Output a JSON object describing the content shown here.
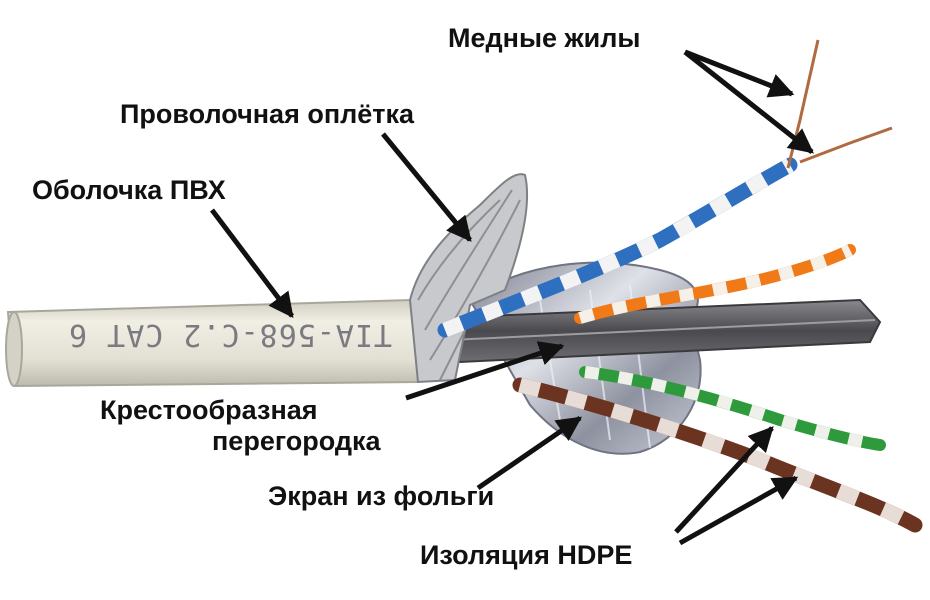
{
  "labels": {
    "copper_cores": "Медные жилы",
    "wire_braid": "Проволочная оплётка",
    "pvc_sheath": "Оболочка ПВХ",
    "cross_separator_line1": "Крестообразная",
    "cross_separator_line2": "перегородка",
    "foil_screen": "Экран из фольги",
    "hdpe_insulation": "Изоляция HDPE"
  },
  "jacket_marking": "TIA-568-C.2 CAT 6",
  "colors": {
    "jacket": "#e4e2d6",
    "blue_pair": "#2f6fc0",
    "orange_pair": "#f07a18",
    "green_pair": "#2f9a3c",
    "brown_pair": "#6a3420",
    "separator": "#5a5a5e",
    "copper": "#b06a40",
    "foil": "#b9bcc4",
    "arrow": "#111111"
  }
}
